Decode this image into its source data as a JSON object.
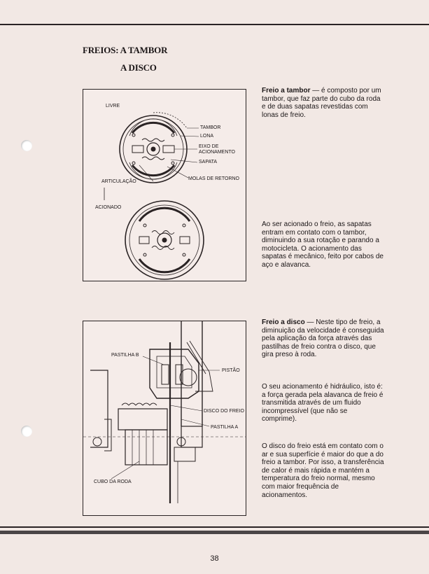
{
  "titles": {
    "line1": "FREIOS:  A TAMBOR",
    "line2": "A DISCO"
  },
  "drum_diagram": {
    "labels": {
      "livre": "LIVRE",
      "tambor": "TAMBOR",
      "lona": "LONA",
      "eixo": "EIXO DE",
      "acionamento": "ACIONAMENTO",
      "sapata": "SAPATA",
      "articulacao": "ARTICULAÇÃO",
      "molas": "MOLAS DE RETORNO",
      "acionado": "ACIONADO"
    }
  },
  "disc_diagram": {
    "labels": {
      "pastilha_b": "PASTILHA B",
      "pistao": "PISTÃO",
      "disco": "DISCO DO FREIO",
      "pastilha_a": "PASTILHA A",
      "cubo": "CUBO DA RODA"
    }
  },
  "text": {
    "drum_head": "Freio a tambor",
    "drum_body": " — é composto por um tambor, que faz parte do cubo da roda  e de duas sapatas revestidas com lonas de freio.",
    "drum_action": "Ao ser acionado o freio, as sapatas entram em contato com o tambor, diminuindo a sua rotação e parando a motocicleta. O acionamento das sapatas é mecânico, feito por cabos de aço e alavanca.",
    "disc_head": "Freio a disco",
    "disc_body": " — Neste tipo de freio, a diminuição da velocidade é conseguida pela aplicação da força através das pastilhas de freio contra o disco, que gira preso à roda.",
    "disc_hydraulic": "O seu acionamento é hidráulico, isto é: a força gerada pela alavanca de freio é transmitida através de um fluido incompressível (que não se comprime).",
    "disc_contact": "O disco do freio está em contato com o ar e sua superfície é maior do que a do freio a tambor. Por isso, a transferência de calor é mais rápida e mantém a temperatura do freio normal, mesmo com maior frequência de acionamentos."
  },
  "page_number": "38"
}
